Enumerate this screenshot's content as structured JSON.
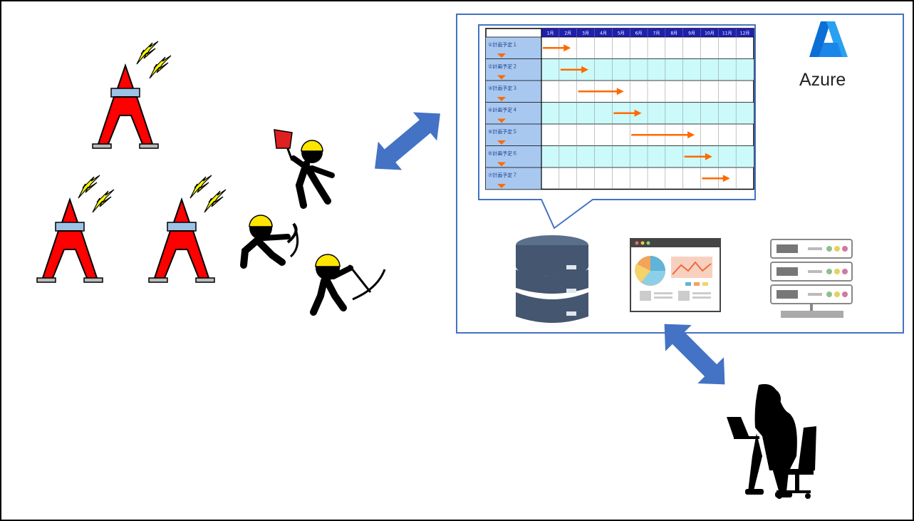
{
  "cloud": {
    "label": "Azure",
    "logo_icon": "azure-logo-icon",
    "components": [
      "database-icon",
      "dashboard-icon",
      "server-rack-icon"
    ]
  },
  "schedule": {
    "months": [
      "1月",
      "2月",
      "3月",
      "4月",
      "5月",
      "6月",
      "7月",
      "8月",
      "9月",
      "10月",
      "11月",
      "12月"
    ],
    "tasks": [
      {
        "label": "①計画予定１",
        "start": 1,
        "end": 2
      },
      {
        "label": "②計画予定２",
        "start": 2,
        "end": 3
      },
      {
        "label": "③計画予定３",
        "start": 3,
        "end": 5
      },
      {
        "label": "④計画予定４",
        "start": 5,
        "end": 6
      },
      {
        "label": "⑤計画予定５",
        "start": 6,
        "end": 9
      },
      {
        "label": "⑥計画予定６",
        "start": 9,
        "end": 10
      },
      {
        "label": "⑦計画予定７",
        "start": 10,
        "end": 11
      }
    ]
  },
  "colors": {
    "tower": "#ff0000",
    "lightning": "#ffff00",
    "arrow": "#4472c4",
    "frame": "#4472c4",
    "gantt_header": "#1f1fb0",
    "gantt_band": "#ccfafa",
    "gantt_arrow": "#ff6a00",
    "helmet": "#ffe600"
  }
}
